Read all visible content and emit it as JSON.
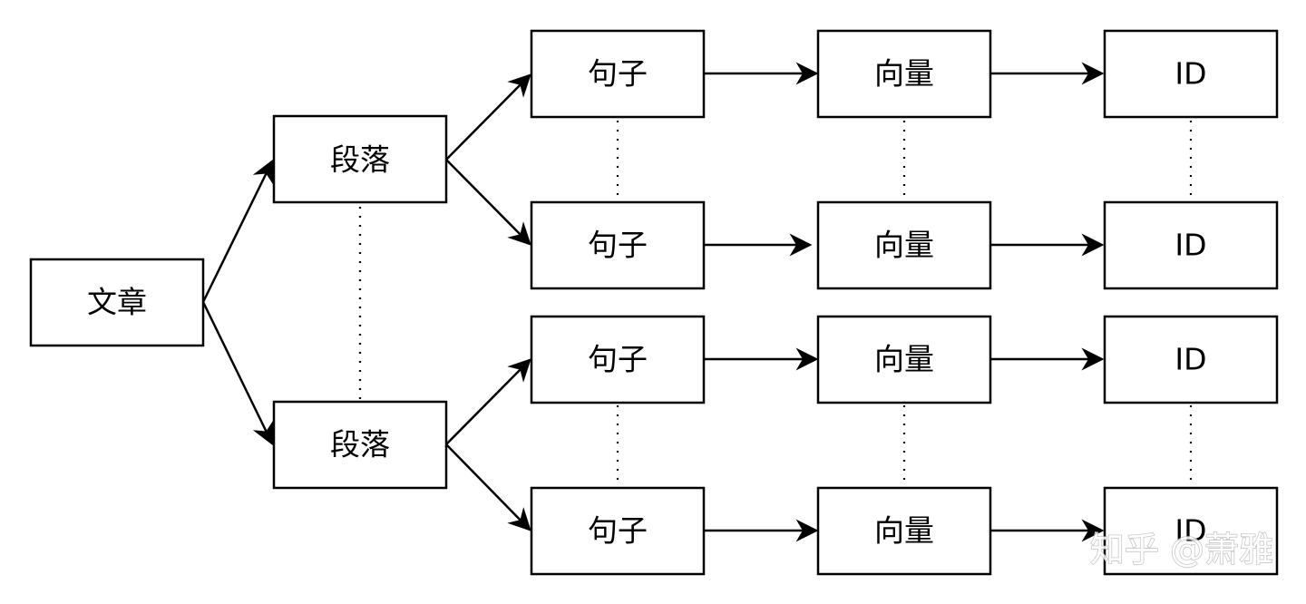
{
  "nodes": {
    "article": "文章",
    "paragraph_1": "段落",
    "paragraph_2": "段落",
    "sentence_1": "句子",
    "sentence_2": "句子",
    "sentence_3": "句子",
    "sentence_4": "句子",
    "vector_1": "向量",
    "vector_2": "向量",
    "vector_3": "向量",
    "vector_4": "向量",
    "id_1": "ID",
    "id_2": "ID",
    "id_3": "ID",
    "id_4": "ID"
  },
  "watermark": "知乎 @萧雅",
  "colors": {
    "stroke": "#000000",
    "fill": "#ffffff",
    "background": "#ffffff"
  }
}
